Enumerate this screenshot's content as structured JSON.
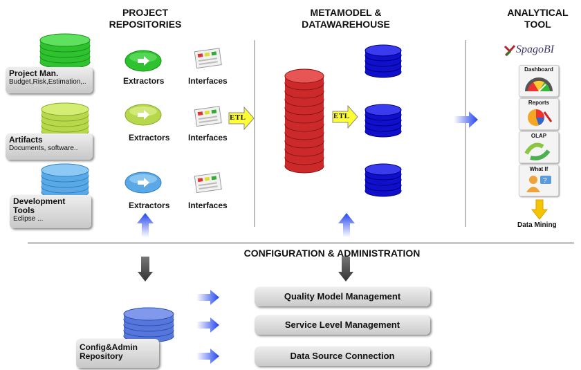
{
  "headers": {
    "project_repositories": [
      "PROJECT",
      "REPOSITORIES"
    ],
    "metamodel": [
      "METAMODEL &",
      "DATAWAREHOUSE"
    ],
    "analytical_tool": [
      "ANALYTICAL",
      "TOOL"
    ],
    "config_admin": "CONFIGURATION & ADMINISTRATION"
  },
  "repositories": [
    {
      "title": "Project Man.",
      "subtitle": "Budget,Risk,Estimation,..",
      "color": "#2fc22f"
    },
    {
      "title": "Artifacts",
      "subtitle": "Documents, software..",
      "color": "#b6d84a"
    },
    {
      "title": "Development",
      "title2": "Tools",
      "subtitle": "Eclipse ...",
      "color": "#5aa9e6"
    }
  ],
  "extractors_label": "Extractors",
  "interfaces_label": "Interfaces",
  "etl_label": "ETL",
  "spago_label": "SpagoBI",
  "tools": [
    {
      "label": "Dashboard"
    },
    {
      "label": "Reports"
    },
    {
      "label": "OLAP"
    },
    {
      "label": "What If"
    }
  ],
  "data_mining_label": "Data Mining",
  "config_repo": [
    "Config&Admin",
    "Repository"
  ],
  "admin_items": [
    "Quality Model Management",
    "Service Level Management",
    "Data Source Connection"
  ],
  "colors": {
    "dw_red": "#cc2a2a",
    "dw_blue": "#1010cc",
    "config_blue": "#5577dd",
    "arrow_blue": "#3355ee",
    "etl_yellow": "#ffff33"
  }
}
